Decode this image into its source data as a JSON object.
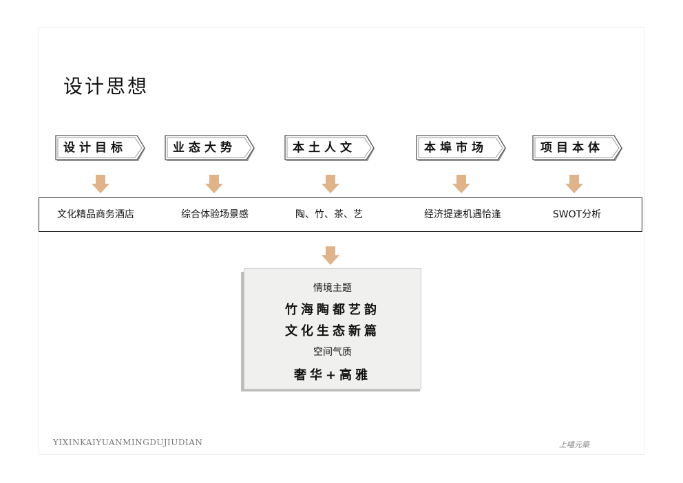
{
  "page": {
    "title": "设计思想",
    "footer_left": "YIXINKAIYUANMINGDUJIUDIAN",
    "footer_right": "上嘻元築"
  },
  "flow": {
    "steps": [
      {
        "label": "设计目标",
        "detail": "文化精品商务酒店"
      },
      {
        "label": "业态大势",
        "detail": "综合体验场景感"
      },
      {
        "label": "本土人文",
        "detail": "陶、竹、茶、艺"
      },
      {
        "label": "本埠市场",
        "detail": "经济提速机遇恰逢"
      },
      {
        "label": "项目本体",
        "detail": "SWOT分析"
      }
    ]
  },
  "theme": {
    "heading1": "情境主题",
    "line1": "竹海陶都艺韵",
    "line2": "文化生态新篇",
    "heading2": "空间气质",
    "line3": "奢华+高雅"
  },
  "colors": {
    "arrow": "#e0b48a",
    "tag_border": "#555555",
    "theme_bg": "#f0f0ee"
  }
}
